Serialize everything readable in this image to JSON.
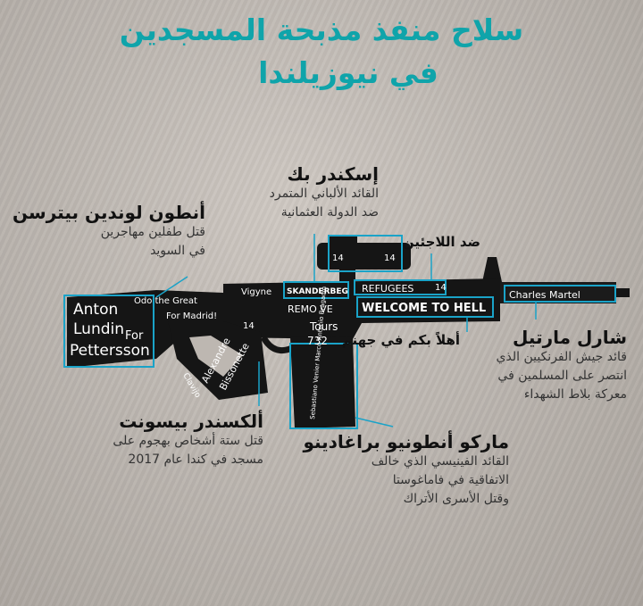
{
  "title": {
    "line1": "سلاح منفذ مذبحة المسجدين",
    "line2": "في نيوزيلندا"
  },
  "annotations": {
    "skanderbeg": {
      "name": "إسكندر بك",
      "desc": "القائد الألباني المتمرد\nضد الدولة العثمانية"
    },
    "anton": {
      "name": "أنطون لوندين بيترسن",
      "desc": "قتل طفلين مهاجرين\nفي السويد"
    },
    "refugees": {
      "name": "ضد اللاجئين"
    },
    "welcome": {
      "name": "أهلاً بكم في جهنم"
    },
    "martel": {
      "name": "شارل مارتيل",
      "desc": "قائد جيش الفرنكيين الذي\nانتصر على المسلمين في\nمعركة بلاط الشهداء"
    },
    "bissonette": {
      "name": "ألكسندر بيسونت",
      "desc": "قتل ستة أشخاص بهجوم على\nمسجد في كندا عام 2017"
    },
    "bragadin": {
      "name": "ماركو أنطونيو براغادينو",
      "desc": "القائد الفينيسي الذي خالف\nالاتفاقية في فاماغوستا\nوقتل الأسرى الأتراك"
    }
  },
  "gun_writing": {
    "anton1": "Anton",
    "anton2": "Lundin",
    "anton3": "Pettersson",
    "for": "For",
    "odo": "Odo the Great",
    "madrid": "For Madrid!",
    "vigyne": "Vigyne",
    "skanderbeg": "SKANDERBEG",
    "refugees": "REFUGEES",
    "n14a": "14",
    "welcome": "WELCOME TO HELL",
    "martel": "Charles Martel",
    "remove": "REMO VE",
    "tours": "Tours",
    "y732": "732",
    "alexandre": "Alexandre",
    "bissonette": "Bissonette",
    "n14b": "14",
    "clavijo": "Clavijo",
    "scope1": "14",
    "scope2": "14",
    "mag": "Sebastiano Venier Marco Antonio Bragadin"
  },
  "colors": {
    "accent": "#0fa4aa",
    "gun": "#151515",
    "box": "#1aa3c8"
  }
}
